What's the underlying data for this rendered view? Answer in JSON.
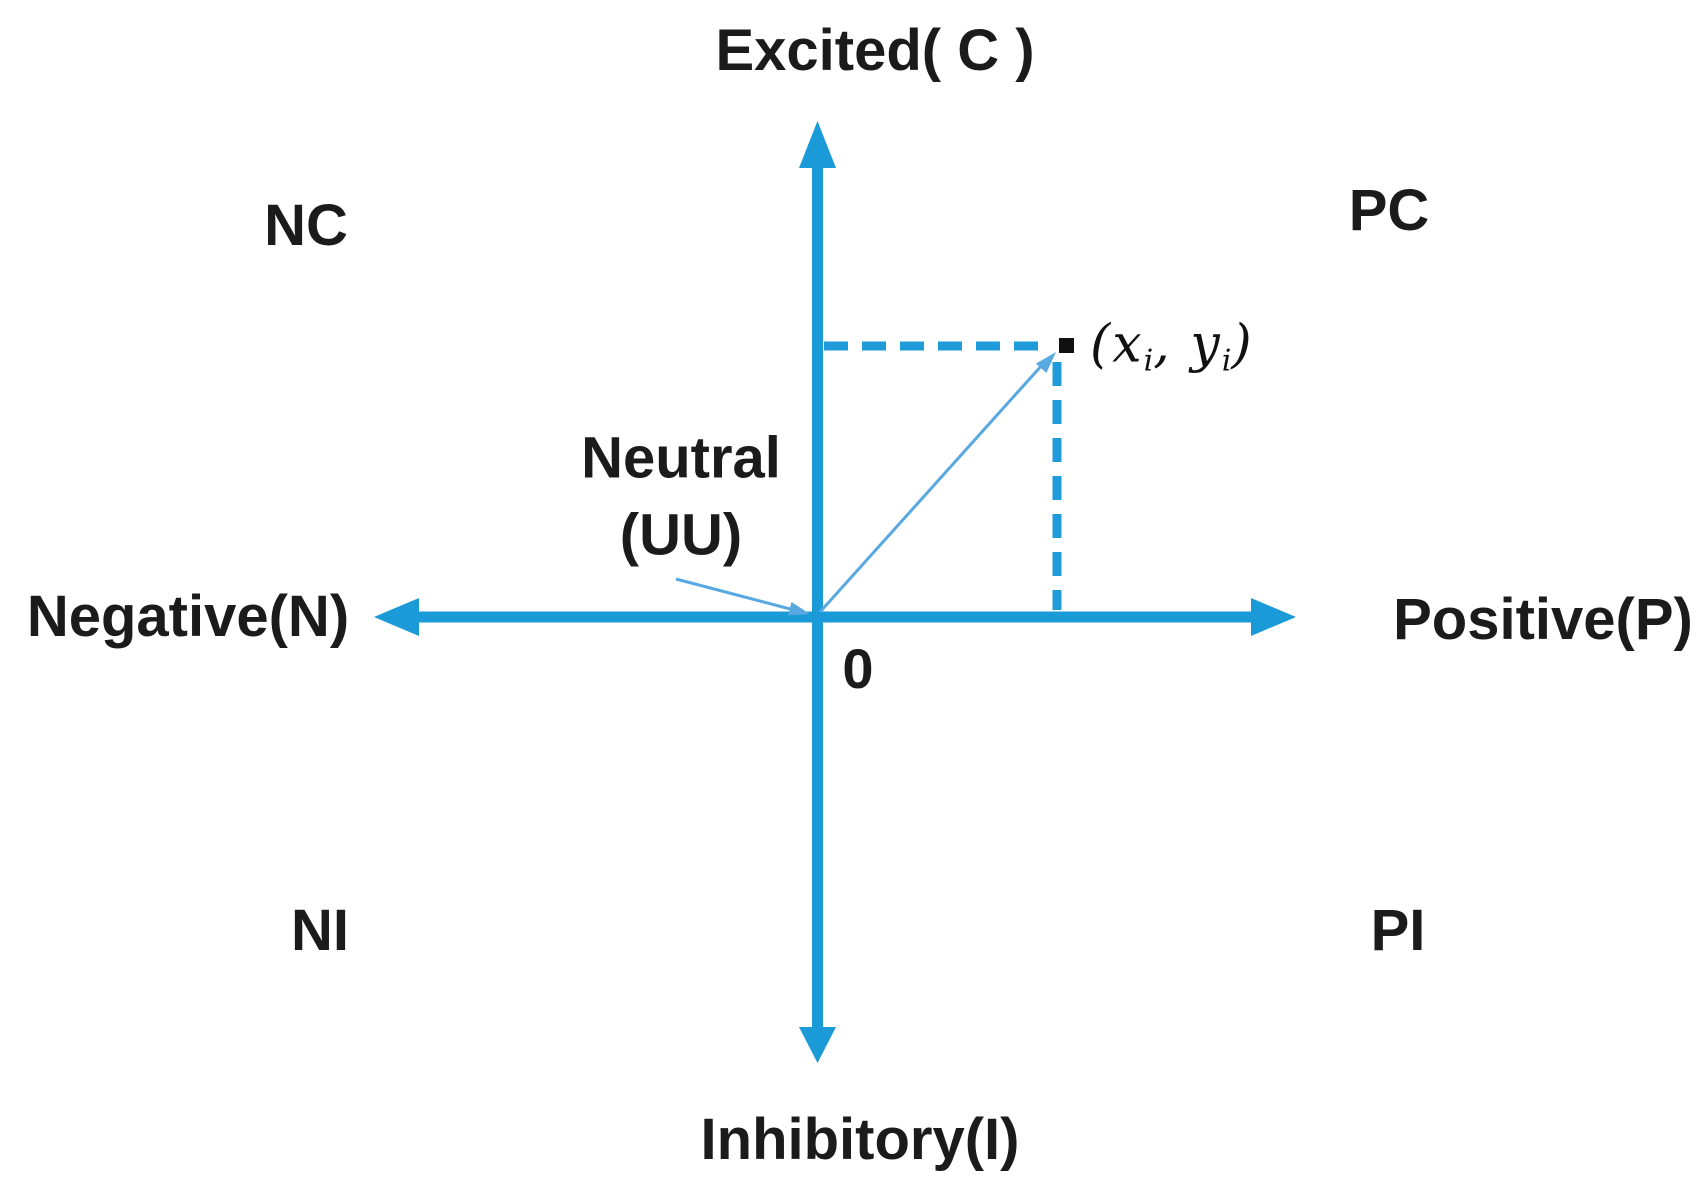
{
  "figure": {
    "colors": {
      "axis": "#1a9ad6",
      "dashed": "#1f9bd9",
      "thin_arrow": "#58a8e1",
      "point": "#111111",
      "text": "#1b1b1b",
      "background": "#ffffff"
    },
    "axis_labels": {
      "top": "Excited( C )",
      "bottom": "Inhibitory(I)",
      "left": "Negative(N)",
      "right": "Positive(P)",
      "origin": "0"
    },
    "quadrant_labels": {
      "top_left": "NC",
      "top_right": "PC",
      "bottom_left": "NI",
      "bottom_right": "PI"
    },
    "neutral_label": {
      "line1": "Neutral",
      "line2": "(UU)"
    },
    "point_label": {
      "open_paren": "(",
      "x_var": "x",
      "x_sub": "i",
      "comma": ", ",
      "y_var": "y",
      "y_sub": "i",
      "close_paren": ")"
    }
  }
}
